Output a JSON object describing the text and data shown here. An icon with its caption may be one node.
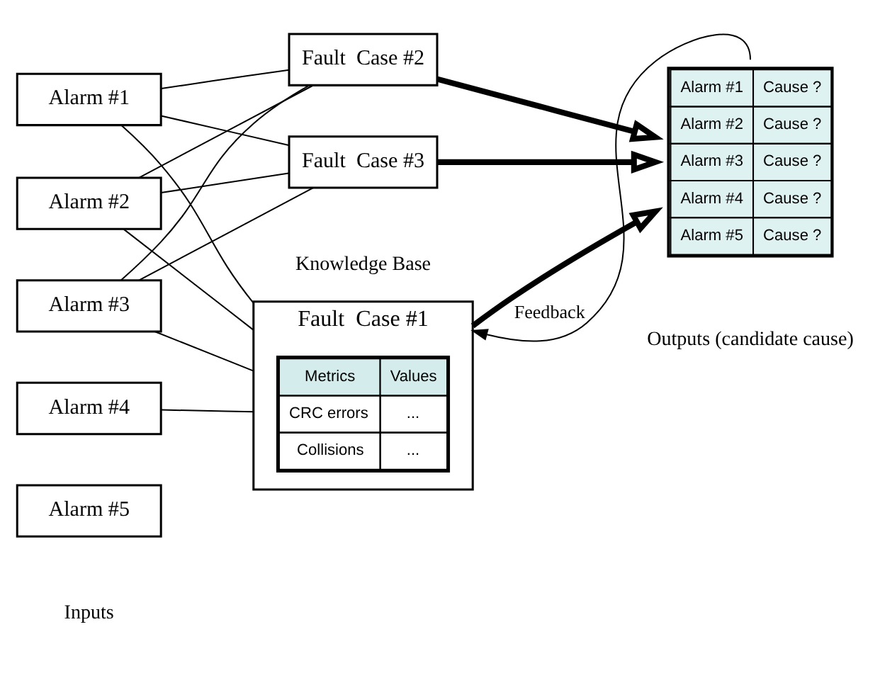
{
  "diagram": {
    "nodes": [
      {
        "text": [
          "Alarm #1"
        ]
      },
      {
        "text": [
          "Alarm #2"
        ]
      },
      {
        "text": [
          "Alarm #3"
        ]
      },
      {
        "text": [
          "Alarm #4"
        ]
      },
      {
        "text": [
          "Alarm #5"
        ]
      },
      {
        "text": [
          "Fault  Case #1"
        ]
      },
      {
        "text": [
          "Metrics",
          "Values",
          "CRC errors",
          "...",
          "Collisions",
          "..."
        ],
        "in": 5
      },
      {
        "text": [
          "Fault  Case #2"
        ]
      },
      {
        "text": [
          "Fault  Case #3"
        ]
      },
      {
        "text": [
          "Alarm #1",
          "Cause ?",
          "Alarm #2",
          "Cause ?",
          "Alarm #3",
          "Cause ?",
          "Alarm #4",
          "Cause ?",
          "Alarm #5",
          "Cause ?"
        ]
      }
    ],
    "edges": [
      {
        "from": 0,
        "to": 5,
        "arrow": "none"
      },
      {
        "from": 0,
        "to": 7,
        "arrow": "none"
      },
      {
        "from": 0,
        "to": 8,
        "arrow": "none"
      },
      {
        "from": 1,
        "to": 5,
        "arrow": "none"
      },
      {
        "from": 1,
        "to": 7,
        "arrow": "none"
      },
      {
        "from": 1,
        "to": 8,
        "arrow": "none"
      },
      {
        "from": 2,
        "to": 5,
        "arrow": "none"
      },
      {
        "from": 2,
        "to": 7,
        "arrow": "none"
      },
      {
        "from": 2,
        "to": 8,
        "arrow": "none"
      },
      {
        "from": 3,
        "to": 5,
        "arrow": "none"
      },
      {
        "from": 5,
        "to": 9,
        "arrow": "to",
        "style": "thick"
      },
      {
        "from": 7,
        "to": 9,
        "arrow": "to",
        "style": "thick"
      },
      {
        "from": 8,
        "to": 9,
        "arrow": "to",
        "style": "thick"
      },
      {
        "from": 9,
        "to": 5,
        "arrow": "to",
        "label": "Feedback"
      }
    ],
    "labels": [
      "Inputs",
      "Knowledge Base",
      "Outputs (candidate cause)"
    ]
  }
}
